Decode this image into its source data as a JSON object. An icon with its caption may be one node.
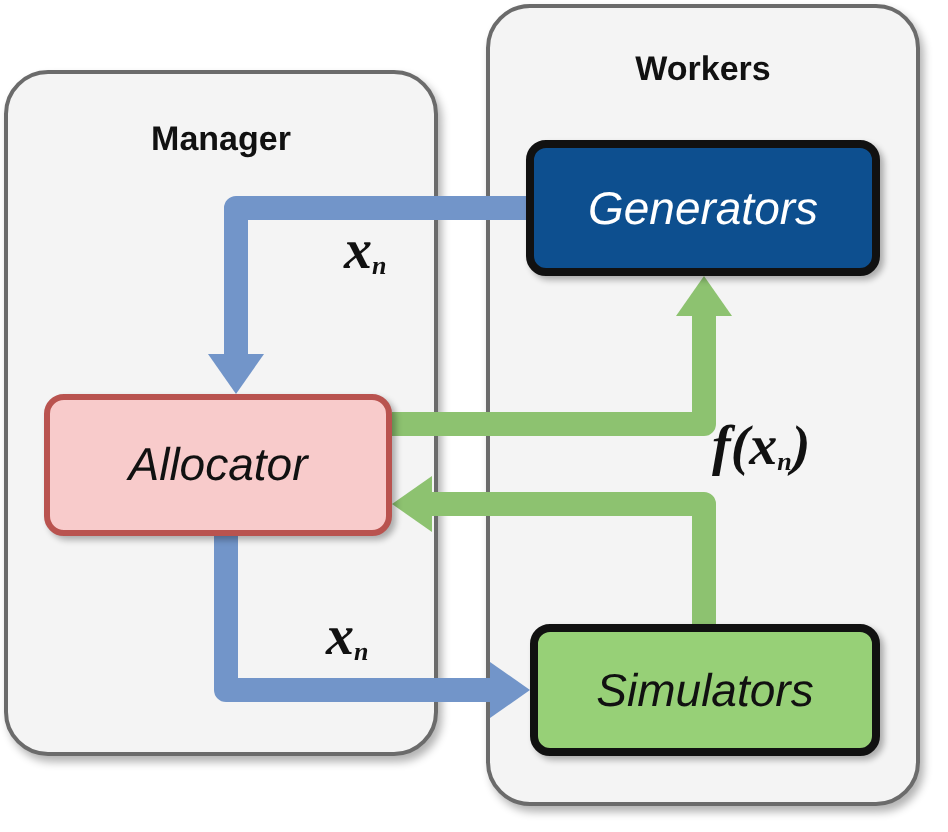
{
  "diagram": {
    "nodes": [
      {
        "text": [
          "Manager"
        ]
      },
      {
        "text": [
          "Workers"
        ]
      },
      {
        "text": [
          "Allocator"
        ],
        "in": 0
      },
      {
        "text": [
          "Generators"
        ],
        "in": 1
      },
      {
        "text": [
          "Simulators"
        ],
        "in": 1
      }
    ],
    "edges": [
      {
        "from": 3,
        "to": 2,
        "arrow": "to",
        "label": "x$_{n}$",
        "color": "#7295c9"
      },
      {
        "from": 2,
        "to": 3,
        "arrow": "to",
        "color": "#8dc270"
      },
      {
        "from": 4,
        "to": 2,
        "arrow": "to",
        "label": "f(x$_{n}$)",
        "color": "#8dc270"
      },
      {
        "from": 2,
        "to": 4,
        "arrow": "to",
        "label": "x$_{n}$",
        "color": "#7295c9"
      }
    ]
  }
}
